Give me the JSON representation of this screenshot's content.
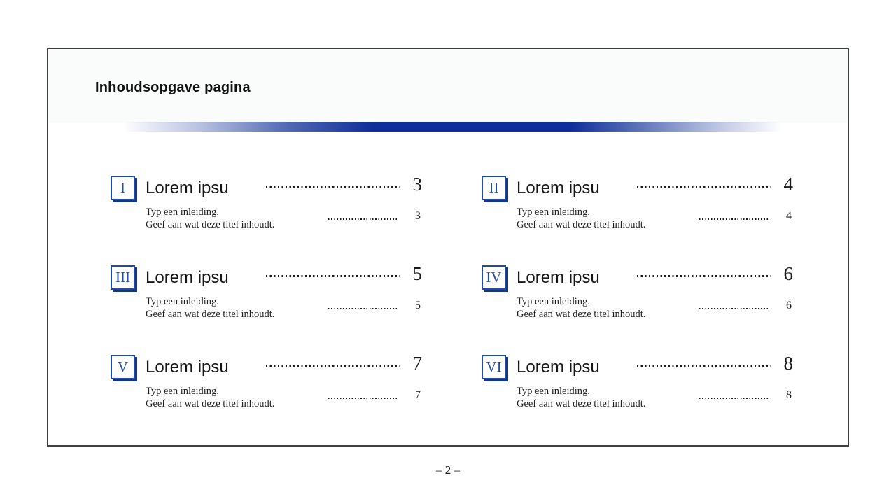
{
  "slide": {
    "title": "Inhoudsopgave pagina",
    "accent_color": "#0d2f99",
    "box_border_color": "#1e4ca6",
    "box_shadow_color": "#16357d",
    "entries": [
      {
        "numeral": "I",
        "title": "Lorem ipsu",
        "page": "3",
        "desc_line1": "Typ een inleiding.",
        "desc_line2": "Geef aan wat deze titel inhoudt.",
        "sub_page": "3"
      },
      {
        "numeral": "II",
        "title": "Lorem ipsu",
        "page": "4",
        "desc_line1": "Typ een inleiding.",
        "desc_line2": "Geef aan wat deze titel inhoudt.",
        "sub_page": "4"
      },
      {
        "numeral": "III",
        "title": "Lorem ipsu",
        "page": "5",
        "desc_line1": "Typ een inleiding.",
        "desc_line2": "Geef aan wat deze titel inhoudt.",
        "sub_page": "5"
      },
      {
        "numeral": "IV",
        "title": "Lorem ipsu",
        "page": "6",
        "desc_line1": "Typ een inleiding.",
        "desc_line2": "Geef aan wat deze titel inhoudt.",
        "sub_page": "6"
      },
      {
        "numeral": "V",
        "title": "Lorem ipsu",
        "page": "7",
        "desc_line1": "Typ een inleiding.",
        "desc_line2": "Geef aan wat deze titel inhoudt.",
        "sub_page": "7"
      },
      {
        "numeral": "VI",
        "title": "Lorem ipsu",
        "page": "8",
        "desc_line1": "Typ een inleiding.",
        "desc_line2": "Geef aan wat deze titel inhoudt.",
        "sub_page": "8"
      }
    ],
    "page_footer": "– 2 –"
  }
}
